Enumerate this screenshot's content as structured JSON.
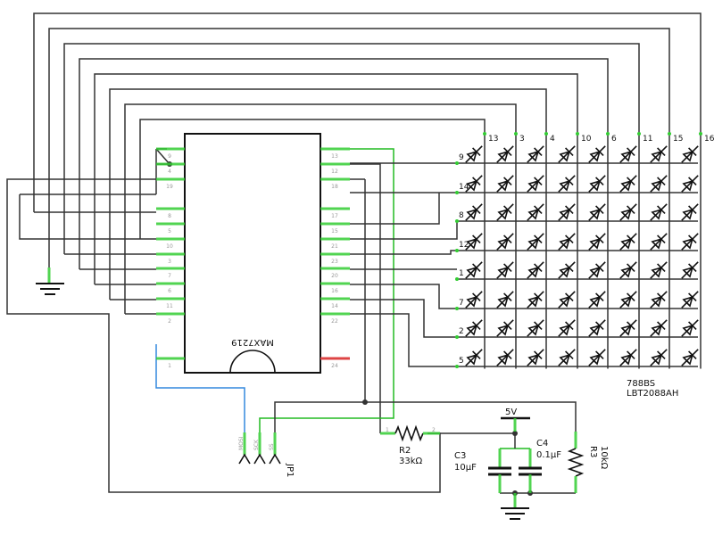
{
  "ic": {
    "name": "MAX7219",
    "left_pins": [
      "9",
      "4",
      "19",
      "",
      "8",
      "5",
      "10",
      "3",
      "7",
      "6",
      "11",
      "2",
      "",
      "",
      "1"
    ],
    "right_pins": [
      "13",
      "12",
      "18",
      "",
      "17",
      "15",
      "21",
      "23",
      "20",
      "16",
      "14",
      "22",
      "",
      "",
      "24"
    ]
  },
  "matrix": {
    "name": "788BS",
    "part": "LBT2088AH",
    "column_pins": [
      "13",
      "3",
      "4",
      "10",
      "6",
      "11",
      "15",
      "16"
    ],
    "row_pins": [
      "9",
      "14",
      "8",
      "12",
      "1",
      "7",
      "2",
      "5"
    ]
  },
  "header": {
    "name": "JP1",
    "pins": [
      "MOSI",
      "SCK",
      "SS"
    ]
  },
  "components": {
    "r2": {
      "name": "R2",
      "value": "33kΩ",
      "pin1": "1",
      "pin2": "2"
    },
    "r3": {
      "name": "R3",
      "value": "10kΩ"
    },
    "c3": {
      "name": "C3",
      "value": "10µF"
    },
    "c4": {
      "name": "C4",
      "value": "0.1µF"
    },
    "vcc": {
      "label": "5V"
    }
  },
  "colors": {
    "wire": "#333333",
    "pin": "#33cc33",
    "spi_wire": "#3388dd",
    "power_pin": "#dd4444"
  }
}
